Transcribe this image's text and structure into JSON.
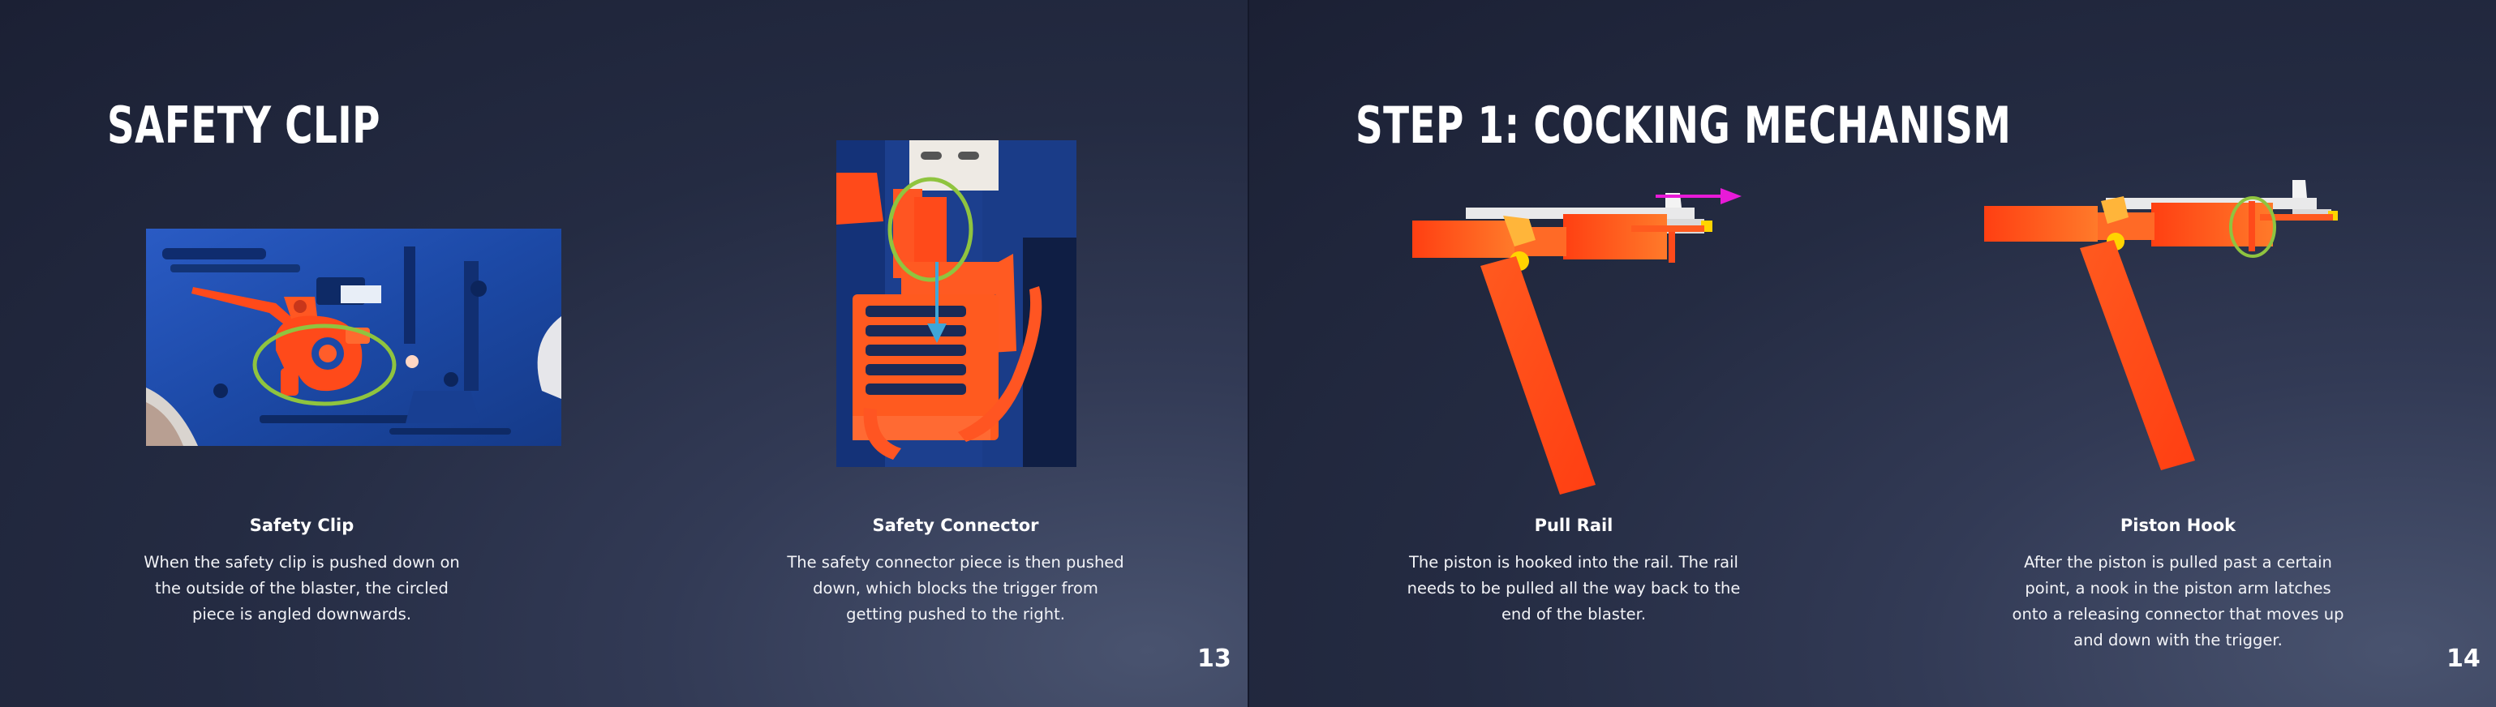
{
  "slides": [
    {
      "title": "SAFETY CLIP",
      "page_number": "13",
      "panels": [
        {
          "heading": "Safety Clip",
          "body": "When the safety clip is pushed down on the outside of the blaster, the circled piece is angled downwards."
        },
        {
          "heading": "Safety Connector",
          "body": "The safety connector piece is then pushed down, which blocks the trigger from getting pushed to the right."
        }
      ]
    },
    {
      "title": "STEP 1: COCKING MECHANISM",
      "page_number": "14",
      "panels": [
        {
          "heading": "Pull Rail",
          "body": "The piston is hooked into the rail. The rail needs to be pulled all the way back to the end of the blaster."
        },
        {
          "heading": "Piston Hook",
          "body": "After the piston is pulled past a certain point, a nook in the piston arm latches onto a releasing connector that moves up and down with the trigger."
        }
      ]
    }
  ],
  "colors": {
    "blaster_orange": "#ff5a1f",
    "highlight_green": "#8fc43f",
    "arrow_magenta": "#e81ad8",
    "arrow_blue": "#3fa6d8",
    "photo_blue": "#1e4aa8"
  }
}
